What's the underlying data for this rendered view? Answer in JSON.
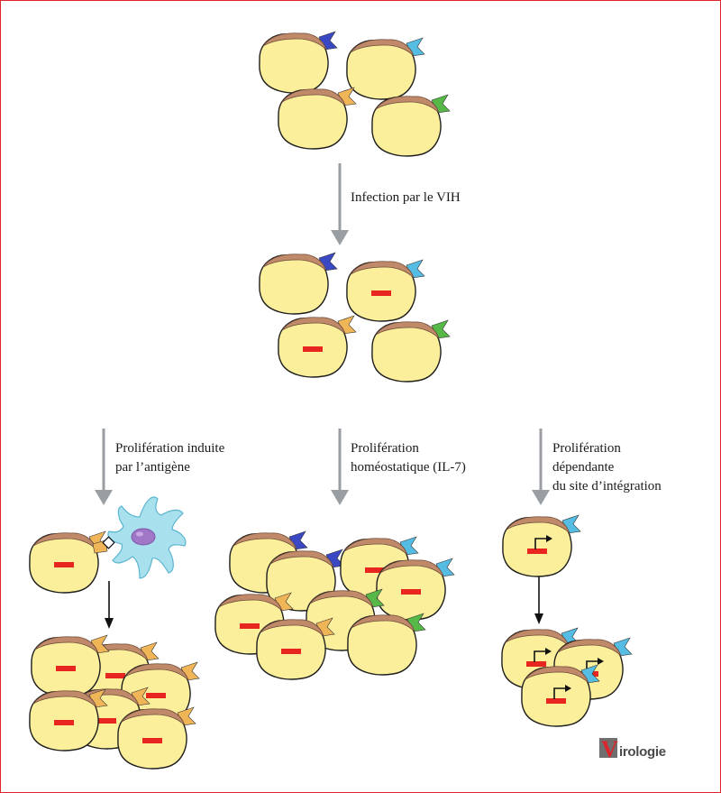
{
  "labels": {
    "infection": "Infection par le VIH",
    "antigen_line1": "Prolifération induite",
    "antigen_line2": "par l’antigène",
    "homeo_line1": "Prolifération",
    "homeo_line2": "homéostatique (IL-7)",
    "site_line1": "Prolifération",
    "site_line2": "dépendante",
    "site_line3": "du site d’intégration"
  },
  "logo": {
    "initial": "V",
    "rest": "irologie"
  },
  "colors": {
    "cell_fill": "#fbef9b",
    "cell_stroke": "#1e1e1e",
    "cell_cap": "#c08a6a",
    "provirus": "#e7261f",
    "arrow_gray": "#999ea3",
    "arrow_black": "#111111",
    "tcr_dark_blue": "#3a48c4",
    "tcr_light_blue": "#55bde3",
    "tcr_orange": "#f0b557",
    "tcr_green": "#56b847",
    "dendritic_cell": "#a9e0ee",
    "dendritic_nucleus": "#a077c6",
    "frame": "#e3232b"
  }
}
